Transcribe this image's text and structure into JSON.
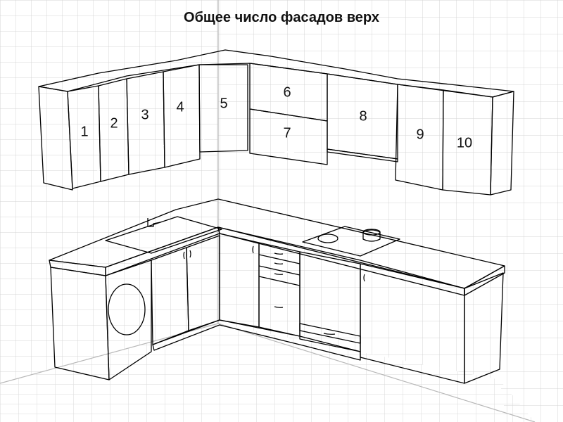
{
  "title": "Общее число фасадов верх",
  "colors": {
    "facade": "#33cc33",
    "body": "#f2f2f2",
    "top": "#f7f7f7",
    "grid": "#d0d0d0",
    "outline": "#000000"
  },
  "facade_labels": [
    "1",
    "2",
    "3",
    "4",
    "5",
    "6",
    "7",
    "8",
    "9",
    "10"
  ]
}
